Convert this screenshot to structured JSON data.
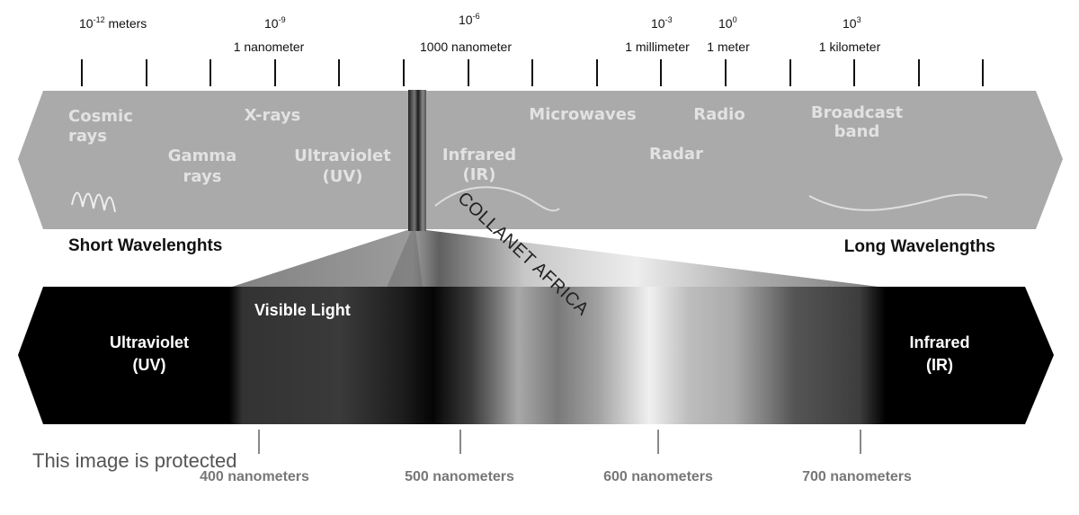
{
  "scale": {
    "ticks": [
      {
        "exp_base": "10",
        "exp_sup": "-12",
        "caption": " meters"
      },
      {
        "exp_base": "10",
        "exp_sup": "-9",
        "caption": "1 nanometer"
      },
      {
        "exp_base": "10",
        "exp_sup": "-6",
        "caption": "1000 nanometer"
      },
      {
        "exp_base": "10",
        "exp_sup": "-3",
        "caption": "1 millimeter"
      },
      {
        "exp_base": "10",
        "exp_sup": "0",
        "caption": "1 meter"
      },
      {
        "exp_base": "10",
        "exp_sup": "3",
        "caption": "1 kilometer"
      }
    ]
  },
  "bands": {
    "cosmic": [
      "Cosmic",
      "rays"
    ],
    "gamma": [
      "Gamma",
      "rays"
    ],
    "xrays": [
      "X-rays"
    ],
    "uv": [
      "Ultraviolet",
      "(UV)"
    ],
    "ir": [
      "Infrared",
      "(IR)"
    ],
    "microwaves": [
      "Microwaves"
    ],
    "radar": [
      "Radar"
    ],
    "radio": [
      "Radio"
    ],
    "broadcast": [
      "Broadcast",
      "band"
    ]
  },
  "wavelength_labels": {
    "short": "Short Wavelenghts",
    "long": "Long Wavelengths"
  },
  "visible": {
    "title": "Visible Light",
    "uv": [
      "Ultraviolet",
      "(UV)"
    ],
    "ir": [
      "Infrared",
      "(IR)"
    ],
    "nanometers": [
      "400 nanometers",
      "500 nanometers",
      "600 nanometers",
      "700 nanometers"
    ]
  },
  "watermark": "COLLANET AFRICA",
  "protected_notice": "This image is protected",
  "colors": {
    "spectrum_band": "#aaaaaa",
    "band_text": "#e2e2e2",
    "visible_bar": "#000000",
    "tick": "#111111"
  }
}
